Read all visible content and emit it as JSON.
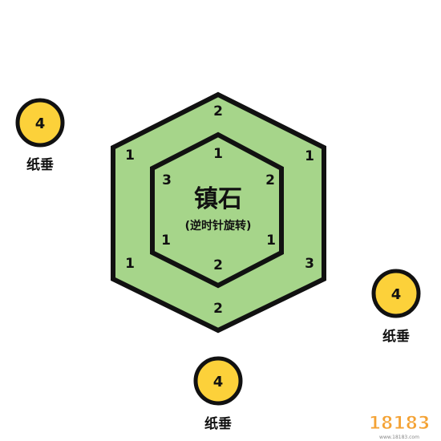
{
  "center": {
    "title": "镇石",
    "subtitle": "(逆时针旋转)"
  },
  "outer_hex": {
    "top": "2",
    "upper_left": "1",
    "upper_right": "1",
    "lower_left": "1",
    "lower_right": "3",
    "bottom": "2"
  },
  "inner_hex": {
    "top": "1",
    "upper_left": "3",
    "upper_right": "2",
    "lower_left": "1",
    "lower_right": "1",
    "bottom": "2"
  },
  "tokens": [
    {
      "value": "4",
      "label": "纸垂"
    },
    {
      "value": "4",
      "label": "纸垂"
    },
    {
      "value": "4",
      "label": "纸垂"
    }
  ],
  "watermark": {
    "text": "18183",
    "sub": "www.18183.com"
  },
  "colors": {
    "hex_fill": "#a6d58a",
    "hex_stroke": "#111111",
    "token_fill": "#fcd13a",
    "token_stroke": "#111111",
    "watermark_orange": "#f4a234"
  }
}
